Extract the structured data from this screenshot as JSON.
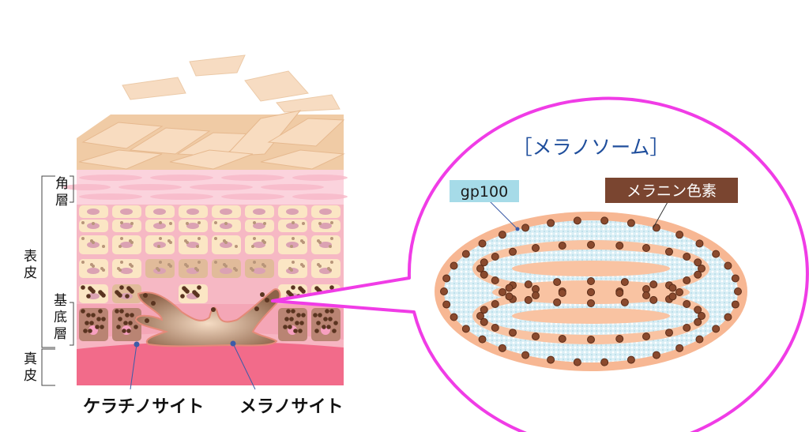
{
  "left_labels": {
    "stratum_corneum": [
      "角",
      "層"
    ],
    "epidermis": [
      "表",
      "皮"
    ],
    "basal_layer": [
      "基",
      "底",
      "層"
    ],
    "dermis": [
      "真",
      "皮"
    ]
  },
  "bottom_labels": {
    "keratinocyte": "ケラチノサイト",
    "melanocyte": "メラノサイト"
  },
  "zoom_view": {
    "title": "［メラノソーム］",
    "gp100_label": "gp100",
    "melanin_label": "メラニン色素"
  },
  "colors": {
    "callout": "#f03ce6",
    "title": "#1f4e9c",
    "gp100_bg": "#a6dbe8",
    "melanin_bg": "#7a4530",
    "dermis": "#f26b8a",
    "melanosome": "#f7b793"
  }
}
